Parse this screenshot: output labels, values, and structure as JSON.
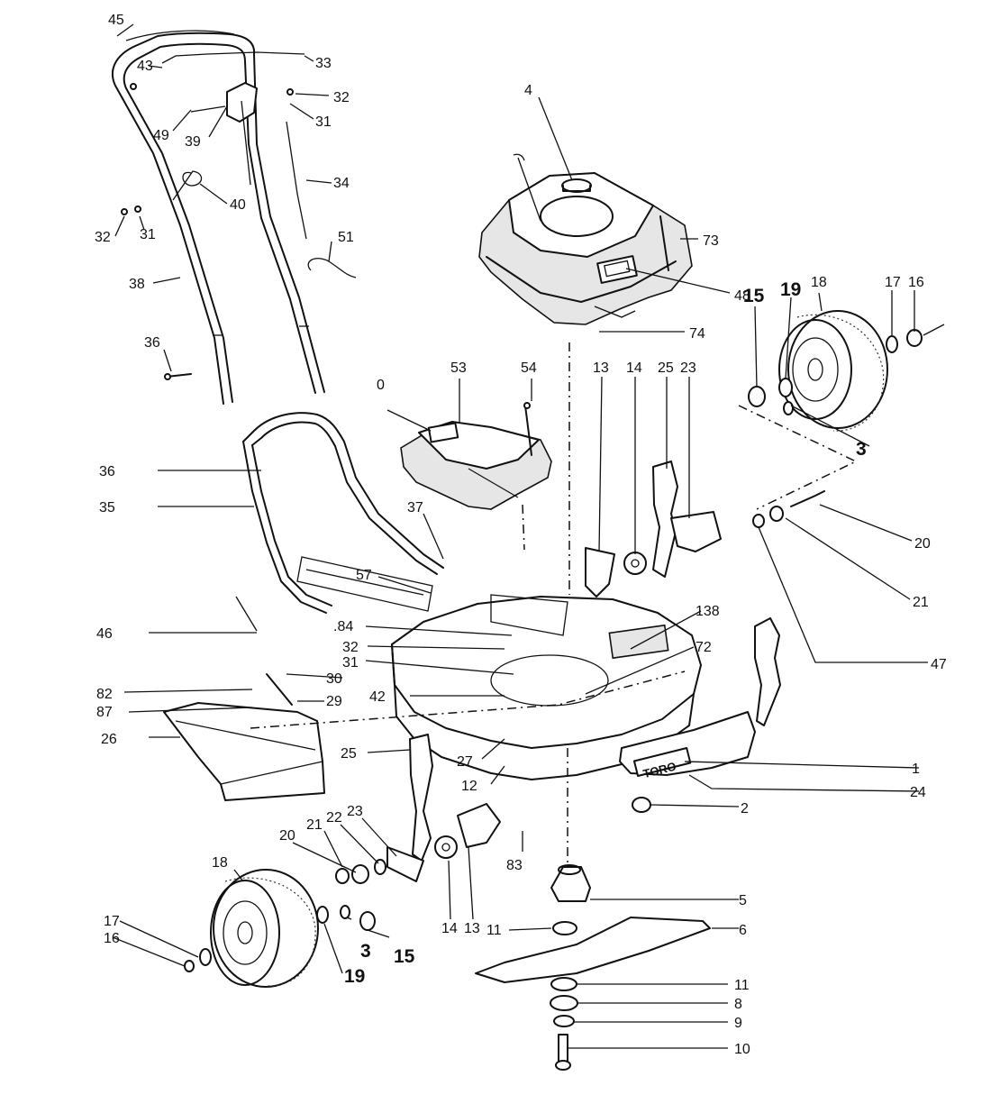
{
  "diagram": {
    "brand_mark": "TORO",
    "callouts": [
      {
        "id": "c45",
        "text": "45"
      },
      {
        "id": "c43",
        "text": "43"
      },
      {
        "id": "c33",
        "text": "33"
      },
      {
        "id": "c32a",
        "text": "32"
      },
      {
        "id": "c31a",
        "text": "31"
      },
      {
        "id": "c49",
        "text": "49"
      },
      {
        "id": "c39",
        "text": "39"
      },
      {
        "id": "c34",
        "text": "34"
      },
      {
        "id": "c40",
        "text": "40"
      },
      {
        "id": "c32b",
        "text": "32"
      },
      {
        "id": "c31b",
        "text": "31"
      },
      {
        "id": "c51",
        "text": "51"
      },
      {
        "id": "c38",
        "text": "38"
      },
      {
        "id": "c36a",
        "text": "36"
      },
      {
        "id": "c4",
        "text": "4"
      },
      {
        "id": "c73",
        "text": "73"
      },
      {
        "id": "c48",
        "text": "48"
      },
      {
        "id": "c74",
        "text": "74"
      },
      {
        "id": "c15a",
        "text": "15"
      },
      {
        "id": "c19a",
        "text": "19"
      },
      {
        "id": "c18a",
        "text": "18"
      },
      {
        "id": "c17a",
        "text": "17"
      },
      {
        "id": "c16a",
        "text": "16"
      },
      {
        "id": "c53",
        "text": "53"
      },
      {
        "id": "c54",
        "text": "54"
      },
      {
        "id": "c0",
        "text": "0"
      },
      {
        "id": "c13a",
        "text": "13"
      },
      {
        "id": "c14a",
        "text": "14"
      },
      {
        "id": "c25a",
        "text": "25"
      },
      {
        "id": "c23a",
        "text": "23"
      },
      {
        "id": "c3a",
        "text": "3"
      },
      {
        "id": "c36b",
        "text": "36"
      },
      {
        "id": "c35",
        "text": "35"
      },
      {
        "id": "c37",
        "text": "37"
      },
      {
        "id": "c20a",
        "text": "20"
      },
      {
        "id": "c21a",
        "text": "21"
      },
      {
        "id": "c47",
        "text": "47"
      },
      {
        "id": "c57",
        "text": "57"
      },
      {
        "id": "c84",
        "text": ".84"
      },
      {
        "id": "c138",
        "text": "138"
      },
      {
        "id": "c46",
        "text": "46"
      },
      {
        "id": "c32c",
        "text": "32"
      },
      {
        "id": "c72",
        "text": "72"
      },
      {
        "id": "c31c",
        "text": "31"
      },
      {
        "id": "c30",
        "text": "30"
      },
      {
        "id": "c82",
        "text": "82"
      },
      {
        "id": "c42",
        "text": "42"
      },
      {
        "id": "c29",
        "text": "29"
      },
      {
        "id": "c87",
        "text": "87"
      },
      {
        "id": "c26",
        "text": "26"
      },
      {
        "id": "c25b",
        "text": "25"
      },
      {
        "id": "c27",
        "text": "27"
      },
      {
        "id": "c12",
        "text": "12"
      },
      {
        "id": "c1",
        "text": "1"
      },
      {
        "id": "c24",
        "text": "24"
      },
      {
        "id": "c2",
        "text": "2"
      },
      {
        "id": "c20b",
        "text": "20"
      },
      {
        "id": "c21b",
        "text": "21"
      },
      {
        "id": "c22",
        "text": "22"
      },
      {
        "id": "c23b",
        "text": "23"
      },
      {
        "id": "c83",
        "text": "83"
      },
      {
        "id": "c18b",
        "text": "18"
      },
      {
        "id": "c5",
        "text": "5"
      },
      {
        "id": "c17b",
        "text": "17"
      },
      {
        "id": "c11a",
        "text": "11"
      },
      {
        "id": "c6",
        "text": "6"
      },
      {
        "id": "c16b",
        "text": "16"
      },
      {
        "id": "c14b",
        "text": "14"
      },
      {
        "id": "c13b",
        "text": "13"
      },
      {
        "id": "c3b",
        "text": "3"
      },
      {
        "id": "c15b",
        "text": "15"
      },
      {
        "id": "c19b",
        "text": "19"
      },
      {
        "id": "c11b",
        "text": "11"
      },
      {
        "id": "c8",
        "text": "8"
      },
      {
        "id": "c9",
        "text": "9"
      },
      {
        "id": "c10",
        "text": "10"
      }
    ]
  }
}
